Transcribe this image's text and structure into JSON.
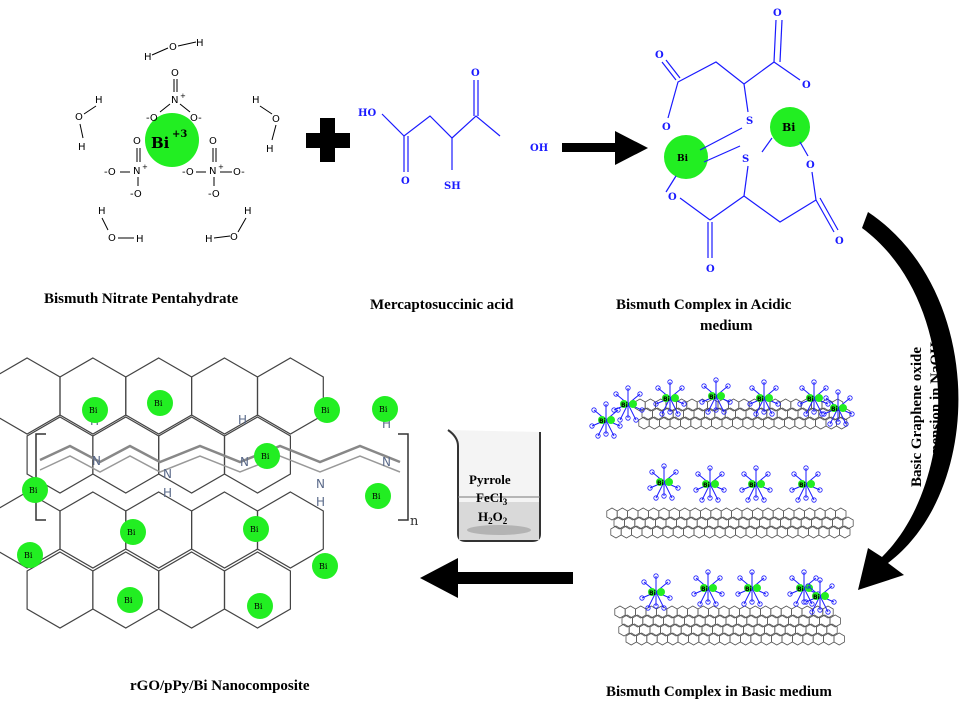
{
  "panels": {
    "bismuth_nitrate": {
      "caption": "Bismuth Nitrate Pentahydrate",
      "center_label": "Bi",
      "center_charge": "+3",
      "water_h": "H",
      "water_o": "O",
      "nitrate_n": "N",
      "nitrate_o": "O",
      "nitrate_o_minus": "-O",
      "nitrate_o_minus_r": "O-",
      "nitrate_n_plus": "+"
    },
    "mercaptosuccinic": {
      "caption": "Mercaptosuccinic acid",
      "ho": "HO",
      "oh": "OH",
      "o": "O",
      "sh": "SH"
    },
    "acidic_complex": {
      "caption_line1": "Bismuth Complex in Acidic",
      "caption_line2": "medium",
      "bi": "Bi",
      "s": "S",
      "o": "O"
    },
    "basic_complex": {
      "caption": "Bismuth Complex in Basic medium",
      "bi": "Bi"
    },
    "nanocomposite": {
      "caption": "rGO/pPy/Bi Nanocomposite",
      "bi": "Bi",
      "n": "N",
      "h": "H",
      "subscript_n": "n"
    },
    "beaker": {
      "line1": "Pyrrole",
      "line2_main": "FeCl",
      "line2_sub": "3",
      "line3_a": "H",
      "line3_sub1": "2",
      "line3_b": "O",
      "line3_sub2": "2"
    },
    "curved_arrow_label": {
      "line1": "Basic Graphene oxide",
      "line2": "suspension in NaOH"
    }
  },
  "colors": {
    "bi_green": "#22ee22",
    "acid_blue": "#1a1aff",
    "arrow_black": "#000000",
    "structure_grey": "#444444"
  }
}
